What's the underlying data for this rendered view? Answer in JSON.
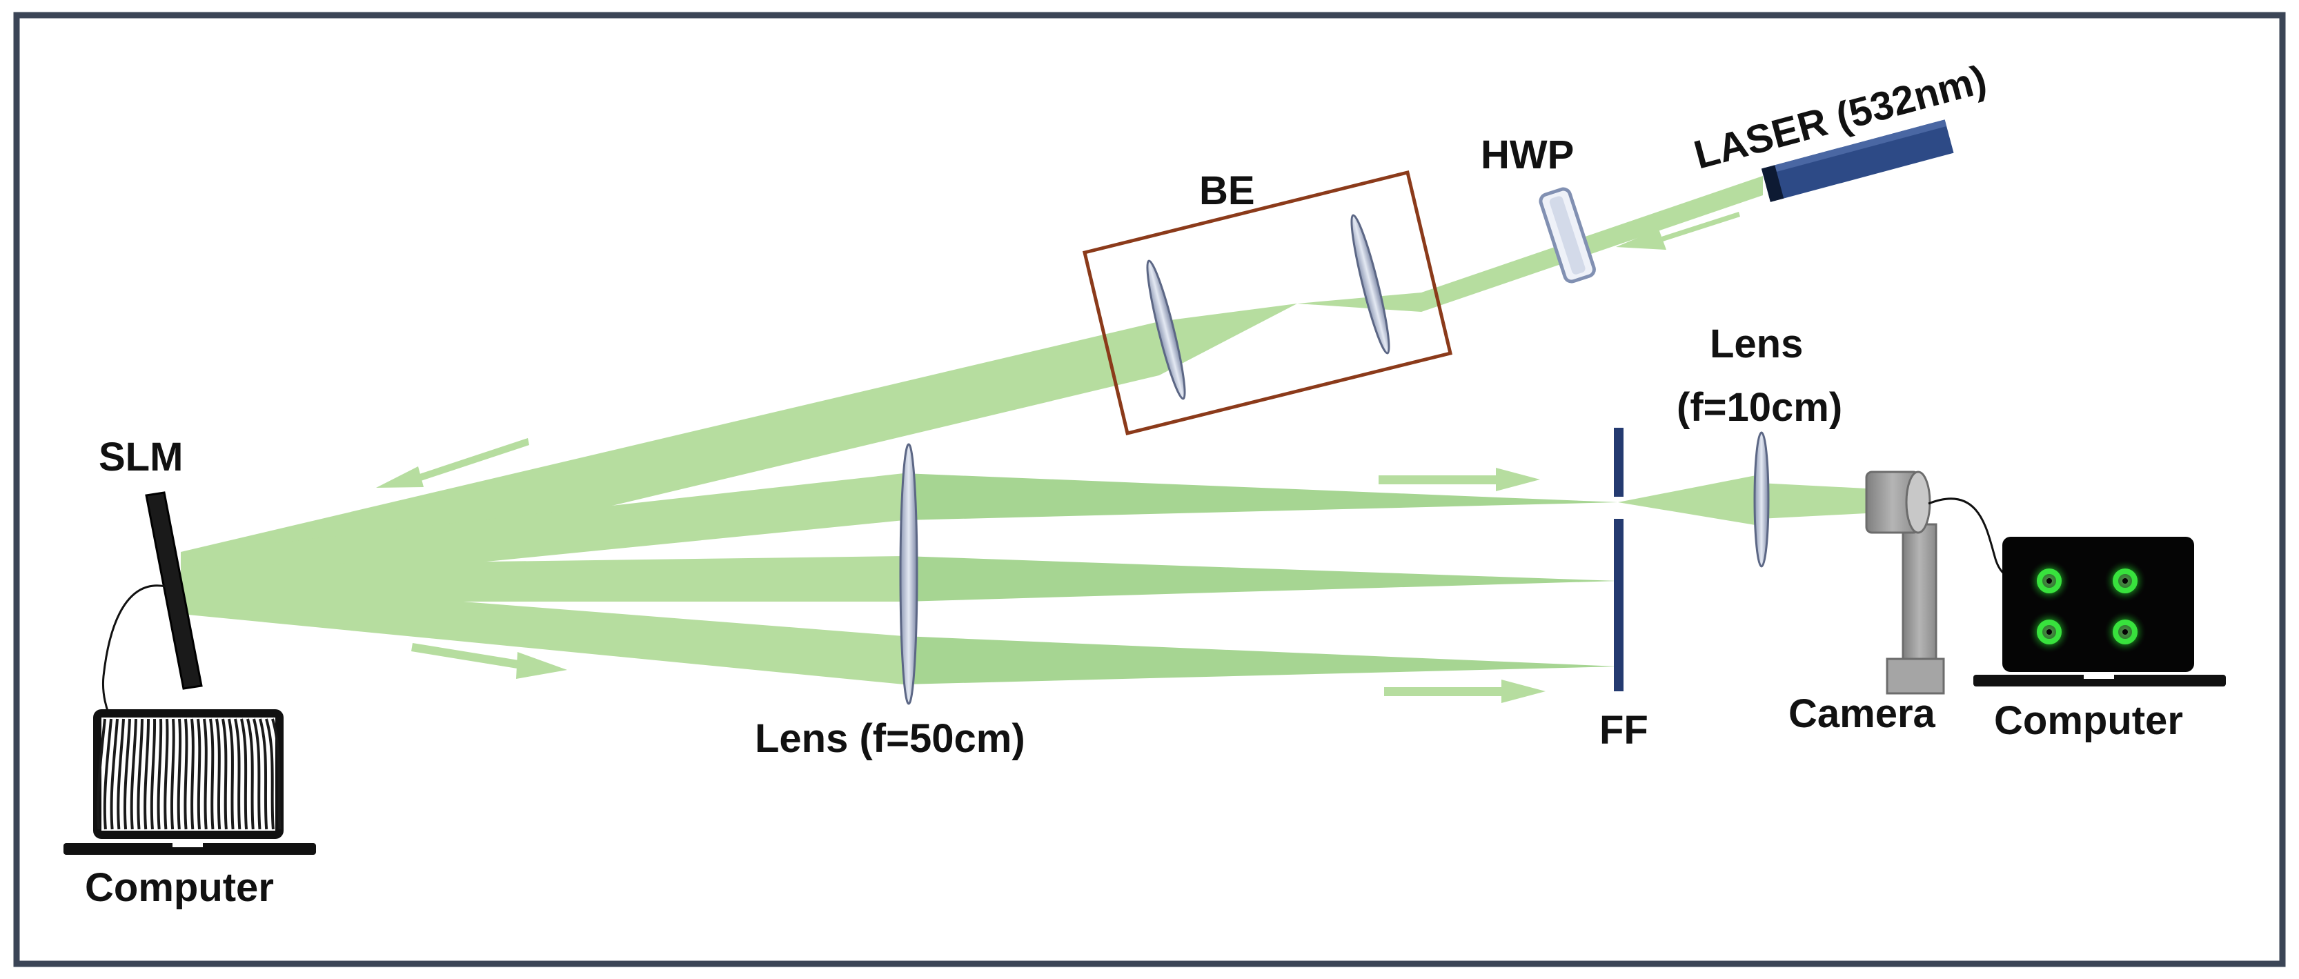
{
  "labels": {
    "laser": "LASER (532nm)",
    "hwp": "HWP",
    "be": "BE",
    "slm": "SLM",
    "lens_50_line1": "Lens (f=50cm)",
    "lens_10_line1": "Lens",
    "lens_10_line2": "(f=10cm)",
    "ff": "FF",
    "camera": "Camera",
    "computer_left": "Computer",
    "computer_right": "Computer"
  },
  "colors": {
    "frame": "#3b4556",
    "beam": "#b6dd9f",
    "beam_dark": "#9fd08a",
    "laser_body": "#2d4a86",
    "ff_plate": "#243a70",
    "be_box": "#8b3a1a",
    "lens_fill": "#b7c1d8",
    "camera": "#9a9a9a",
    "spot_green": "#38e23d"
  },
  "icons": [
    "laser-icon",
    "half-wave-plate-icon",
    "lens-icon",
    "slm-icon",
    "laptop-icon",
    "camera-icon",
    "arrow-icon"
  ]
}
